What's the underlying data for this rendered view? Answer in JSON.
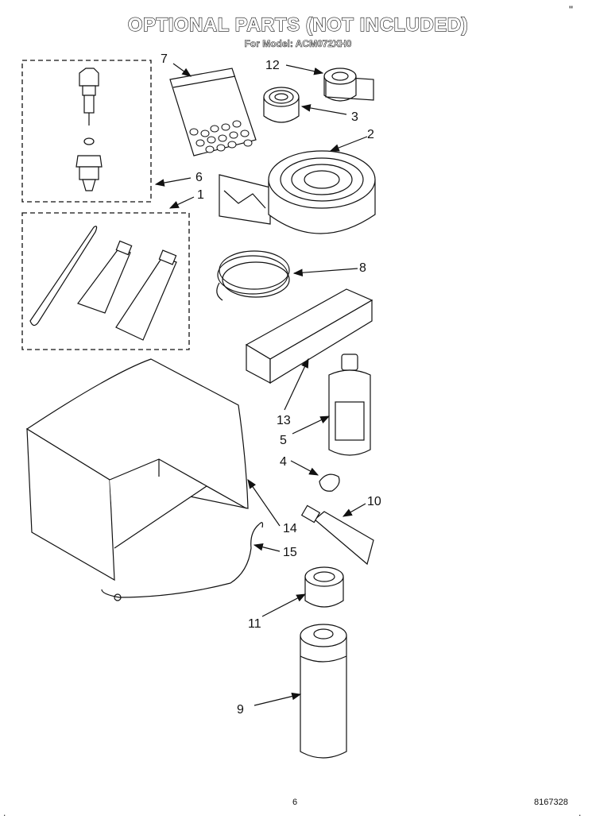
{
  "header": {
    "title": "OPTIONAL PARTS (NOT INCLUDED)",
    "subtitle": "For Model: ACM072XH0"
  },
  "footer": {
    "page_number": "6",
    "document_number": "8167328"
  },
  "marks": {
    "top_right": "\"",
    "bottom_left": ".",
    "bottom_right": "."
  },
  "callouts": {
    "c1": "1",
    "c2": "2",
    "c3": "3",
    "c4": "4",
    "c5": "5",
    "c6": "6",
    "c7": "7",
    "c8": "8",
    "c9": "9",
    "c10": "10",
    "c11": "11",
    "c12": "12",
    "c13": "13",
    "c14": "14",
    "c15": "15"
  }
}
